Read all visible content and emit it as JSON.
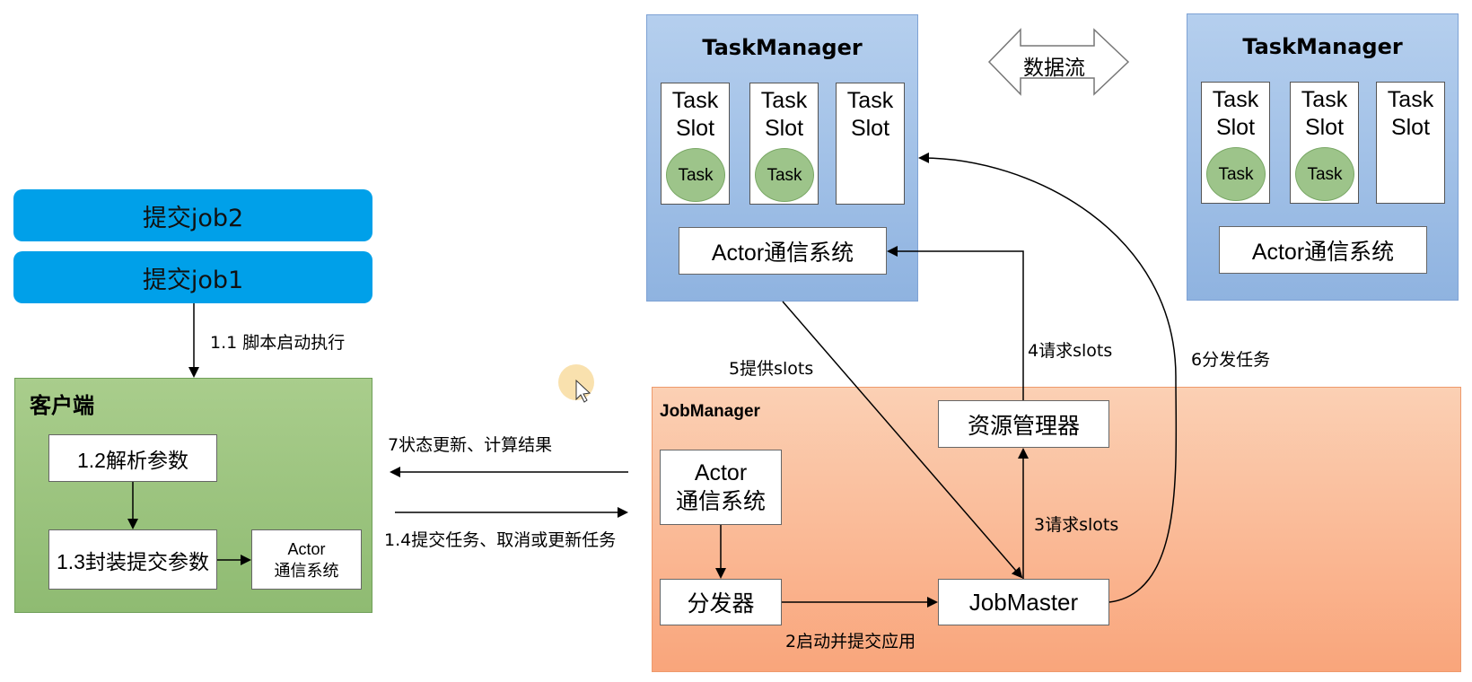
{
  "submit": {
    "job2": "提交job2",
    "job1": "提交job1"
  },
  "client": {
    "title": "客户端",
    "parse": "1.2解析参数",
    "wrap": "1.3封装提交参数",
    "actor_line1": "Actor",
    "actor_line2": "通信系统"
  },
  "tm_left": {
    "title": "TaskManager",
    "slots": [
      {
        "l1": "Task",
        "l2": "Slot",
        "task": "Task"
      },
      {
        "l1": "Task",
        "l2": "Slot",
        "task": "Task"
      },
      {
        "l1": "Task",
        "l2": "Slot",
        "task": ""
      }
    ],
    "actor": "Actor通信系统"
  },
  "tm_right": {
    "title": "TaskManager",
    "slots": [
      {
        "l1": "Task",
        "l2": "Slot",
        "task": "Task"
      },
      {
        "l1": "Task",
        "l2": "Slot",
        "task": "Task"
      },
      {
        "l1": "Task",
        "l2": "Slot",
        "task": ""
      }
    ],
    "actor": "Actor通信系统"
  },
  "dataflow": "数据流",
  "jobmanager": {
    "title": "JobManager",
    "actor_line1": "Actor",
    "actor_line2": "通信系统",
    "dispatcher": "分发器",
    "jobmaster": "JobMaster",
    "resource_mgr": "资源管理器"
  },
  "labels": {
    "l11": "1.1 脚本启动执行",
    "l7": "7状态更新、计算结果",
    "l14": "1.4提交任务、取消或更新任务",
    "l2": "2启动并提交应用",
    "l3": "3请求slots",
    "l4": "4请求slots",
    "l5": "5提供slots",
    "l6": "6分发任务"
  },
  "colors": {
    "submit": "#00a0e9",
    "taskmanager": "#9dbde6",
    "client": "#9dc480",
    "jobmanager": "#fab58f",
    "task": "#9dc48a"
  }
}
